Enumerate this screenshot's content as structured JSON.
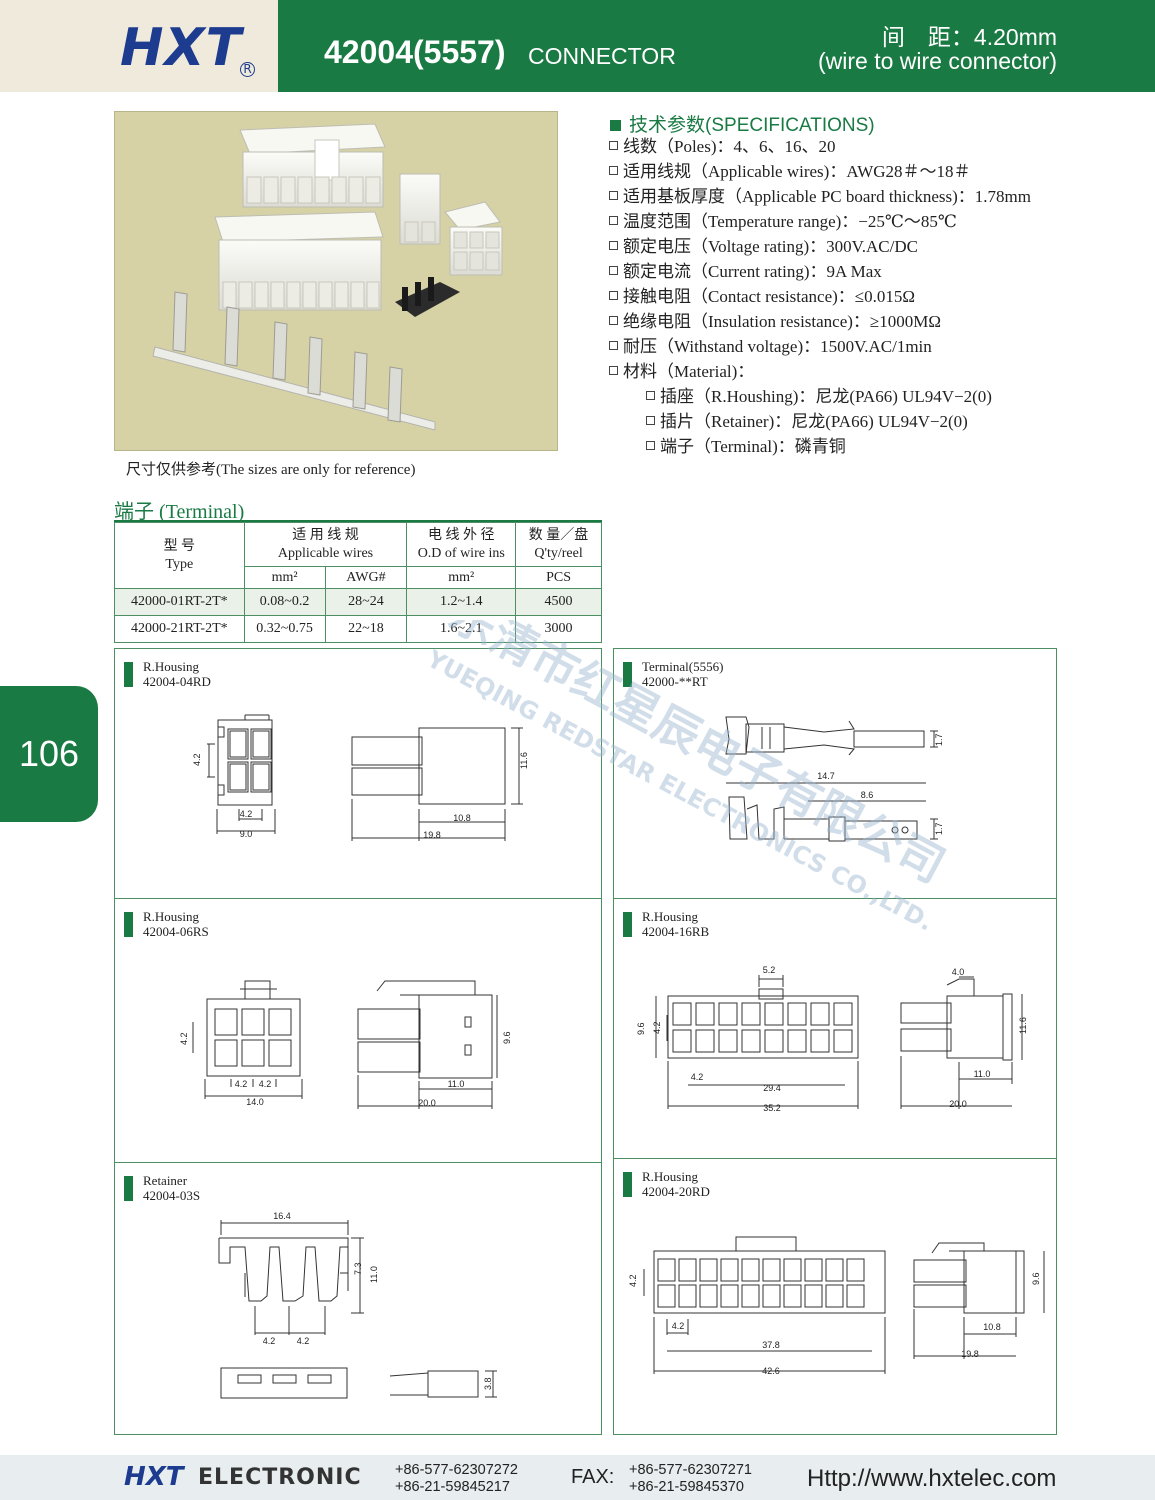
{
  "header": {
    "logo": "HXT",
    "model": "42004(5557)",
    "connector": "CONNECTOR",
    "pitch": "间　距：4.20mm",
    "type": "(wire to wire connector)"
  },
  "photo_note": "尺寸仅供参考(The sizes are only for reference)",
  "specs": {
    "title_cn": "技术参数",
    "title_en": "(SPECIFICATIONS)",
    "items": [
      "线数（Poles)：4、6、16、20",
      "适用线规（Applicable wires)：AWG28＃～18＃",
      "适用基板厚度（Applicable PC board thickness)：1.78mm",
      "温度范围（Temperature range)：−25℃～85℃",
      "额定电压（Voltage rating)：300V.AC/DC",
      "额定电流（Current rating)：9A Max",
      "接触电阻（Contact resistance)：≤0.015Ω",
      "绝缘电阻（Insulation resistance)：≥1000MΩ",
      "耐压（Withstand voltage)：1500V.AC/1min",
      "材料（Material)："
    ],
    "materials": [
      "插座（R.Houshing)：尼龙(PA66) UL94V−2(0)",
      "插片（Retainer)：尼龙(PA66) UL94V−2(0)",
      "端子（Terminal)：磷青铜"
    ]
  },
  "terminal": {
    "title": "端子 (Terminal)",
    "h_type_cn": "型 号",
    "h_type_en": "Type",
    "h_wires_cn": "适 用 线 规",
    "h_wires_en": "Applicable wires",
    "h_od_cn": "电 线 外 径",
    "h_od_en": "O.D of wire ins",
    "h_qty_cn": "数 量／盘",
    "h_qty_en": "Q'ty/reel",
    "u_mm2": "mm²",
    "u_awg": "AWG#",
    "u_od": "mm²",
    "u_pcs": "PCS",
    "rows": [
      {
        "type": "42000-01RT-2T*",
        "mm2": "0.08~0.2",
        "awg": "28~24",
        "od": "1.2~1.4",
        "qty": "4500"
      },
      {
        "type": "42000-21RT-2T*",
        "mm2": "0.32~0.75",
        "awg": "22~18",
        "od": "1.6~2.1",
        "qty": "3000"
      }
    ]
  },
  "page_number": "106",
  "panels": {
    "p1": {
      "title": "R.Housing",
      "code": "42004-04RD",
      "d1": "4.2",
      "d2": "4.2",
      "d3": "9.0",
      "d4": "11.6",
      "d5": "10.8",
      "d6": "19.8"
    },
    "p2": {
      "title": "Terminal(5556)",
      "code": "42000-**RT",
      "d1": "1.7",
      "d2": "14.7",
      "d3": "8.6",
      "d4": "1.7"
    },
    "p3": {
      "title": "R.Housing",
      "code": "42004-06RS",
      "d1": "4.2",
      "d2": "4.2",
      "d3": "4.2",
      "d4": "14.0",
      "d5": "9.6",
      "d6": "11.0",
      "d7": "20.0"
    },
    "p4": {
      "title": "R.Housing",
      "code": "42004-16RB",
      "d1": "5.2",
      "d2": "9.6",
      "d3": "4.2",
      "d4": "4.2",
      "d5": "29.4",
      "d6": "35.2",
      "d7": "4.0",
      "d8": "11.6",
      "d9": "11.0",
      "d10": "20.0"
    },
    "p5": {
      "title": "Retainer",
      "code": "42004-03S",
      "d1": "16.4",
      "d2": "7.3",
      "d3": "11.0",
      "d4": "4.2",
      "d5": "4.2",
      "d6": "3.8"
    },
    "p6": {
      "title": "R.Housing",
      "code": "42004-20RD",
      "d1": "4.2",
      "d2": "4.2",
      "d3": "37.8",
      "d4": "42.6",
      "d5": "9.6",
      "d6": "10.8",
      "d7": "19.8"
    }
  },
  "watermark": {
    "cn": "乐清市红星辰电子有限公司",
    "en": "YUEQING REDSTAR ELECTRONICS CO.,LTD."
  },
  "footer": {
    "logo": "HXT",
    "brand": "ELECTRONIC",
    "tel1": "+86-577-62307272",
    "tel2": "+86-21-59845217",
    "fax_label": "FAX:",
    "fax1": "+86-577-62307271",
    "fax2": "+86-21-59845370",
    "url": "Http://www.hxtelec.com"
  },
  "colors": {
    "brand_green": "#1a7a44",
    "brand_blue": "#1d3c8f"
  }
}
